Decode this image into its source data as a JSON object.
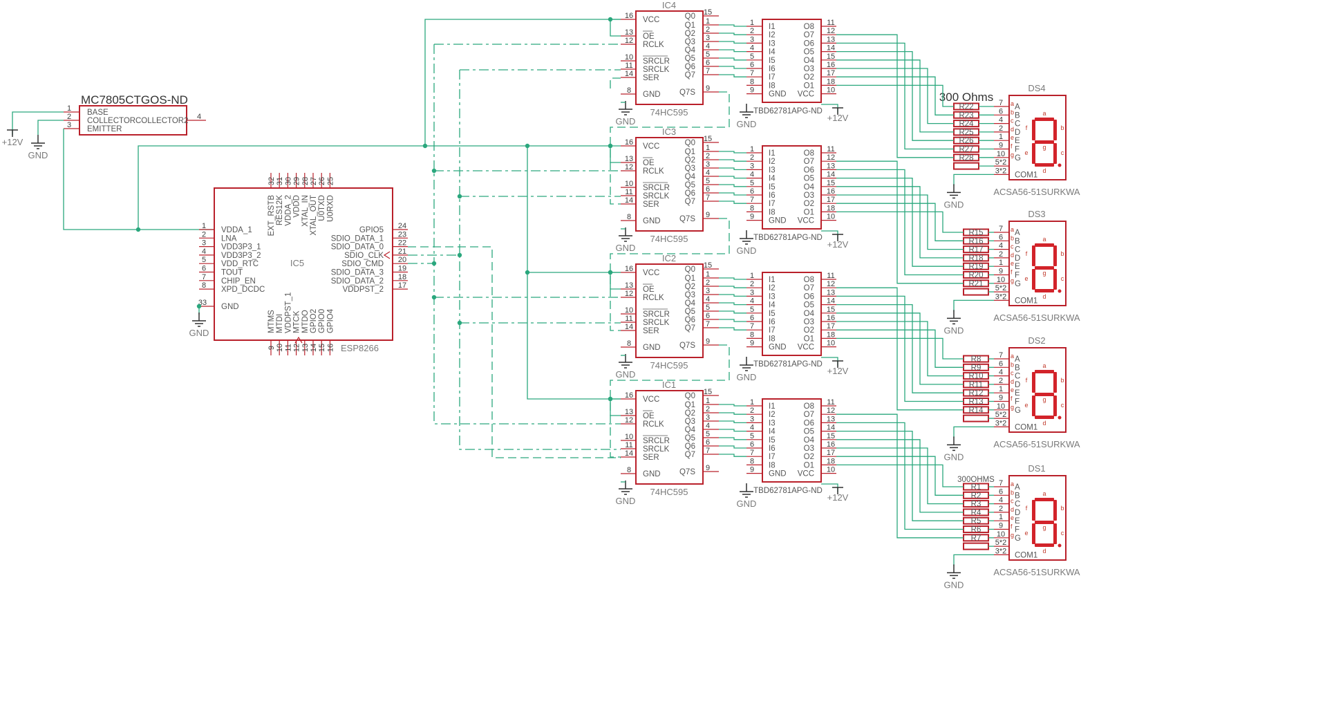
{
  "regulator": {
    "title": "MC7805CTGOS-ND",
    "pins": [
      {
        "num": "1",
        "name": "BASE"
      },
      {
        "num": "2",
        "name": "COLLECTOR"
      },
      {
        "num": "3",
        "name": "EMITTER"
      },
      {
        "num": "4",
        "name": "COLLECTOR2"
      }
    ]
  },
  "power": {
    "vplus": "+12V",
    "gnd": "GND"
  },
  "mcu": {
    "ref": "IC5",
    "value": "ESP8266",
    "left_pins": [
      {
        "num": "1",
        "name": "VDDA_1"
      },
      {
        "num": "2",
        "name": "LNA"
      },
      {
        "num": "3",
        "name": "VDD3P3_1"
      },
      {
        "num": "4",
        "name": "VDD3P3_2"
      },
      {
        "num": "5",
        "name": "VDD_RTC"
      },
      {
        "num": "6",
        "name": "TOUT"
      },
      {
        "num": "7",
        "name": "CHIP_EN"
      },
      {
        "num": "8",
        "name": "XPD_DCDC"
      },
      {
        "num": "33",
        "name": "GND"
      }
    ],
    "right_pins": [
      {
        "num": "24",
        "name": "GPIO5"
      },
      {
        "num": "23",
        "name": "SDIO_DATA_1"
      },
      {
        "num": "22",
        "name": "SDIO_DATA_0"
      },
      {
        "num": "21",
        "name": "SDIO_CLK"
      },
      {
        "num": "20",
        "name": "SDIO_CMD"
      },
      {
        "num": "19",
        "name": "SDIO_DATA_3"
      },
      {
        "num": "18",
        "name": "SDIO_DATA_2"
      },
      {
        "num": "17",
        "name": "VDDPST_2"
      }
    ],
    "top_pins": [
      {
        "num": "32",
        "name": "EXT_RSTB"
      },
      {
        "num": "31",
        "name": "RES12K"
      },
      {
        "num": "30",
        "name": "VDDA_2"
      },
      {
        "num": "29",
        "name": "VDDD"
      },
      {
        "num": "28",
        "name": "XTAL_IN"
      },
      {
        "num": "27",
        "name": "XTAL_OUT"
      },
      {
        "num": "26",
        "name": "U0TXD"
      },
      {
        "num": "25",
        "name": "U0RXD"
      }
    ],
    "bottom_pins": [
      {
        "num": "9",
        "name": "MTMS"
      },
      {
        "num": "10",
        "name": "MTDI"
      },
      {
        "num": "11",
        "name": "VDDPST_1"
      },
      {
        "num": "12",
        "name": "MTCK"
      },
      {
        "num": "13",
        "name": "MTDO"
      },
      {
        "num": "14",
        "name": "GPIO2"
      },
      {
        "num": "15",
        "name": "GPIO0"
      },
      {
        "num": "16",
        "name": "GPIO4"
      }
    ]
  },
  "shift_register": {
    "value": "74HC595",
    "refs": [
      "IC4",
      "IC3",
      "IC2",
      "IC1"
    ],
    "left_pins": [
      {
        "num": "16",
        "name": "VCC"
      },
      {
        "num": "13",
        "name": "OE"
      },
      {
        "num": "12",
        "name": "RCLK"
      },
      {
        "num": "10",
        "name": "SRCLR"
      },
      {
        "num": "11",
        "name": "SRCLK"
      },
      {
        "num": "14",
        "name": "SER"
      },
      {
        "num": "8",
        "name": "GND"
      }
    ],
    "right_pins": [
      {
        "num": "15",
        "name": "Q0"
      },
      {
        "num": "1",
        "name": "Q1"
      },
      {
        "num": "2",
        "name": "Q2"
      },
      {
        "num": "3",
        "name": "Q3"
      },
      {
        "num": "4",
        "name": "Q4"
      },
      {
        "num": "5",
        "name": "Q5"
      },
      {
        "num": "6",
        "name": "Q6"
      },
      {
        "num": "7",
        "name": "Q7"
      },
      {
        "num": "9",
        "name": "Q7S"
      }
    ]
  },
  "driver": {
    "value": "TBD62781APG-ND",
    "left_pins": [
      {
        "num": "1",
        "name": "I1"
      },
      {
        "num": "2",
        "name": "I2"
      },
      {
        "num": "3",
        "name": "I3"
      },
      {
        "num": "4",
        "name": "I4"
      },
      {
        "num": "5",
        "name": "I5"
      },
      {
        "num": "6",
        "name": "I6"
      },
      {
        "num": "7",
        "name": "I7"
      },
      {
        "num": "8",
        "name": "I8"
      },
      {
        "num": "9",
        "name": "GND"
      }
    ],
    "right_pins": [
      {
        "num": "11",
        "name": "O8"
      },
      {
        "num": "12",
        "name": "O7"
      },
      {
        "num": "13",
        "name": "O6"
      },
      {
        "num": "14",
        "name": "O5"
      },
      {
        "num": "15",
        "name": "O4"
      },
      {
        "num": "16",
        "name": "O3"
      },
      {
        "num": "17",
        "name": "O2"
      },
      {
        "num": "18",
        "name": "O1"
      },
      {
        "num": "10",
        "name": "VCC"
      }
    ]
  },
  "display": {
    "value": "ACSA56-51SURKWA",
    "refs": [
      "DS4",
      "DS3",
      "DS2",
      "DS1"
    ],
    "pins": [
      {
        "num": "7",
        "seg": "a",
        "name": "A"
      },
      {
        "num": "6",
        "seg": "b",
        "name": "B"
      },
      {
        "num": "4",
        "seg": "c",
        "name": "C"
      },
      {
        "num": "2",
        "seg": "d",
        "name": "D"
      },
      {
        "num": "1",
        "seg": "e",
        "name": "E"
      },
      {
        "num": "9",
        "seg": "f",
        "name": "F"
      },
      {
        "num": "10",
        "seg": "g",
        "name": "G"
      },
      {
        "num": "5*2",
        "seg": "",
        "name": ""
      },
      {
        "num": "3*2",
        "seg": "",
        "name": "COM1"
      }
    ],
    "segment_letters": [
      "a",
      "b",
      "c",
      "d",
      "e",
      "f",
      "g"
    ]
  },
  "resistor_groups": [
    {
      "title": "300 Ohms",
      "refs": [
        "R22",
        "R23",
        "R24",
        "R25",
        "R26",
        "R27",
        "R28"
      ]
    },
    {
      "title": "",
      "refs": [
        "R15",
        "R16",
        "R17",
        "R18",
        "R19",
        "R20",
        "R21"
      ]
    },
    {
      "title": "",
      "refs": [
        "R8",
        "R9",
        "R10",
        "R11",
        "R12",
        "R13",
        "R14"
      ]
    },
    {
      "title": "300OHMS",
      "refs": [
        "R1",
        "R2",
        "R3",
        "R4",
        "R5",
        "R6",
        "R7"
      ]
    }
  ],
  "colors": {
    "symbol": "#b9202a",
    "wire": "#2aa77d",
    "segment": "#d2232a",
    "text": "#555555"
  }
}
